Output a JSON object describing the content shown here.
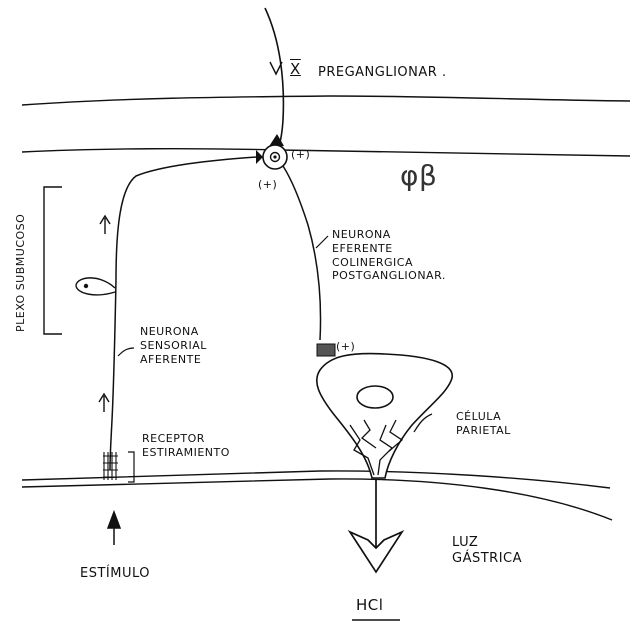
{
  "labels": {
    "vagus_numeral": "X",
    "preganglionar": "PREGANGLIONAR .",
    "plus_top": "(+)",
    "plus_left": "(+)",
    "plus_end": "(+)",
    "plexus": "PLEXO SUBMUCOSO",
    "neurona_efferente": [
      "NEURONA",
      "EFERENTE",
      "COLINERGICA",
      "POSTGANGLIONAR."
    ],
    "neurona_sensorial": [
      "NEURONA",
      "SENSORIAL",
      "AFERENTE"
    ],
    "receptor": [
      "RECEPTOR",
      "ESTIRAMIENTO"
    ],
    "celula": [
      "CÉLULA",
      "PARIETAL"
    ],
    "luz": [
      "LUZ",
      "GÁSTRICA"
    ],
    "estimulo": "ESTÍMULO",
    "hcl": "HCl",
    "signature": "φβ"
  }
}
